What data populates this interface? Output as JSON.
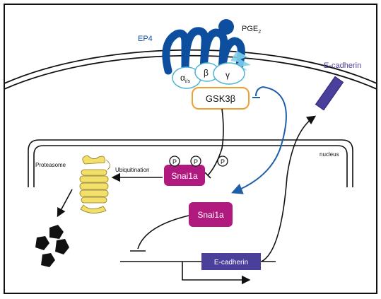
{
  "labels": {
    "ligand": "PGE",
    "ligand_sub": "2",
    "receptor": "EP4",
    "g_alpha": "α",
    "g_alpha_sub": "i/s",
    "g_beta": "β",
    "g_gamma": "γ",
    "kinase": "GSK3β",
    "membrane_protein": "E-cadherin",
    "nucleus": "nucleus",
    "proteasome": "Proteasome",
    "ubiquitination": "Ubiquitination",
    "phospho": "P",
    "snai_cytoplasm": "Snai1a",
    "snai_nucleus": "Snai1a",
    "gene": "E-cadherin"
  },
  "colors": {
    "receptor_blue": "#0d4f9e",
    "g_protein_light": "#7fd0e8",
    "kinase_orange": "#f0a030",
    "snai_magenta": "#b0197e",
    "ecadherin_purple": "#4b3f9c",
    "proteasome_yellow": "#f3e06a",
    "arrow_blue": "#1f5fa8",
    "black": "#111111"
  }
}
